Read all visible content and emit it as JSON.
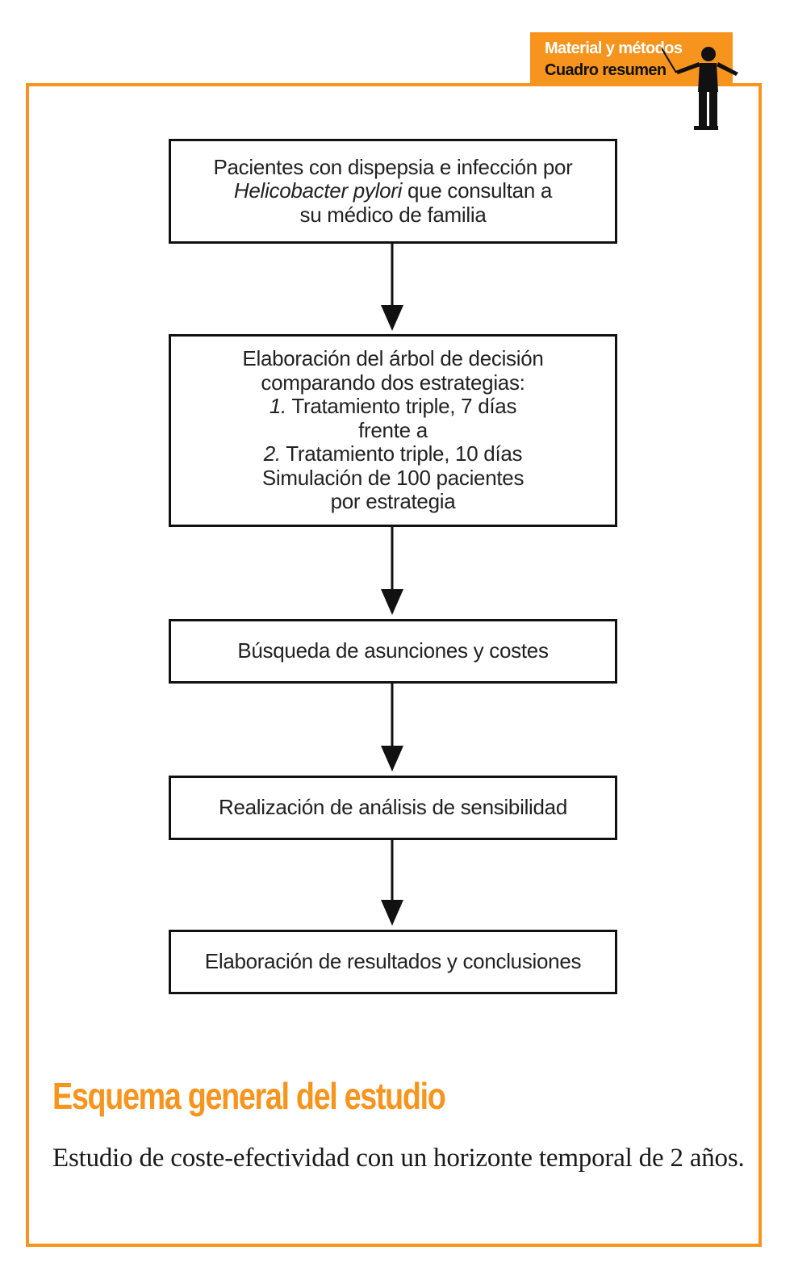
{
  "header": {
    "line1": "Material y métodos",
    "line2": "Cuadro resumen"
  },
  "flowchart": {
    "box1": {
      "line1": "Pacientes con dispepsia e infección por",
      "line2_italic": "Helicobacter pylori",
      "line2_rest": " que consultan a",
      "line3": "su médico de familia"
    },
    "box2": {
      "line1": "Elaboración del árbol de decisión",
      "line2": "comparando dos estrategias:",
      "item1_num": "1.",
      "item1_text": " Tratamiento triple, 7 días",
      "line4": "frente a",
      "item2_num": "2.",
      "item2_text": " Tratamiento triple, 10 días",
      "line6": "Simulación de 100 pacientes",
      "line7": "por estrategia"
    },
    "box3": "Búsqueda de asunciones y costes",
    "box4": "Realización de análisis de sensibilidad",
    "box5": "Elaboración de resultados y conclusiones"
  },
  "footer": {
    "title": "Esquema general del estudio",
    "description": "Estudio de coste-efectividad con un horizonte temporal de 2 años."
  },
  "colors": {
    "accent": "#f7941d",
    "text": "#222222",
    "border": "#111111"
  },
  "icons": {
    "presenter": "presenter-pointing-icon"
  }
}
